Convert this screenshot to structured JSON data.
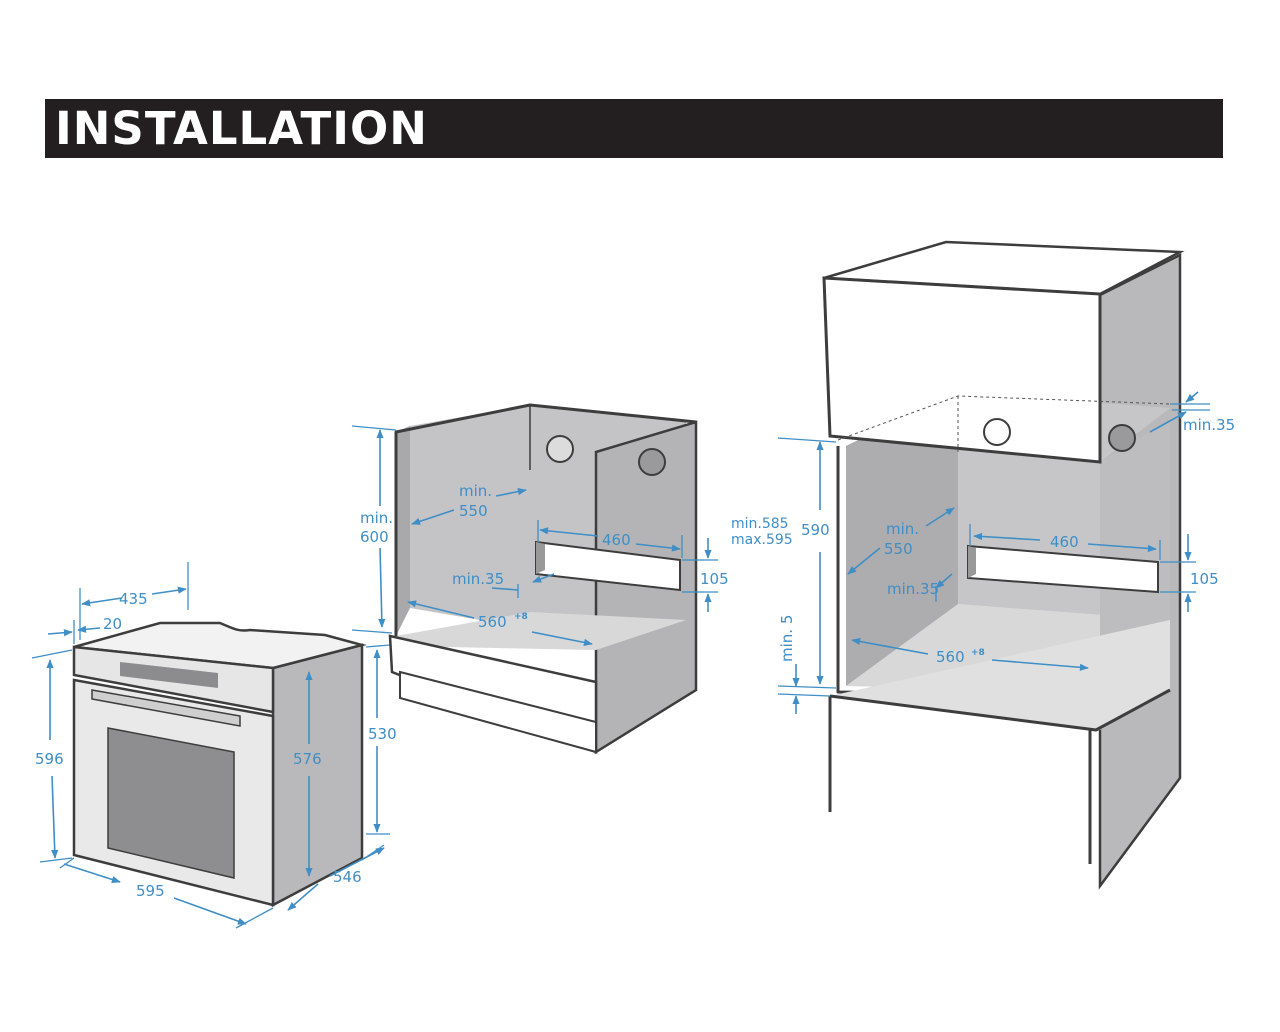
{
  "title": "INSTALLATION",
  "colors": {
    "dimension": "#3f8ec6",
    "title_bar": "#231f20",
    "panel": "#b9b9bb",
    "panel_dark": "#a7a7a9",
    "outline": "#3d3d3d"
  },
  "oven": {
    "dim_depth_435": "435",
    "dim_20": "20",
    "dim_height_596": "596",
    "dim_inner_576": "576",
    "dim_530": "530",
    "dim_width_595": "595",
    "dim_depth_546": "546"
  },
  "undercounter": {
    "dim_min": "min.",
    "dim_600": "600",
    "dim_min_550_a": "min.",
    "dim_min_550_b": "550",
    "dim_460": "460",
    "dim_105": "105",
    "dim_min35": "min.35",
    "dim_560": "560",
    "dim_560_sup": "+8"
  },
  "column": {
    "dim_min35_top": "min.35",
    "dim_min585": "min.585",
    "dim_max595": "max.595",
    "dim_590": "590",
    "dim_min_550_a": "min.",
    "dim_min_550_b": "550",
    "dim_460": "460",
    "dim_105": "105",
    "dim_min35": "min.35",
    "dim_min5": "min. 5",
    "dim_560": "560",
    "dim_560_sup": "+8"
  }
}
